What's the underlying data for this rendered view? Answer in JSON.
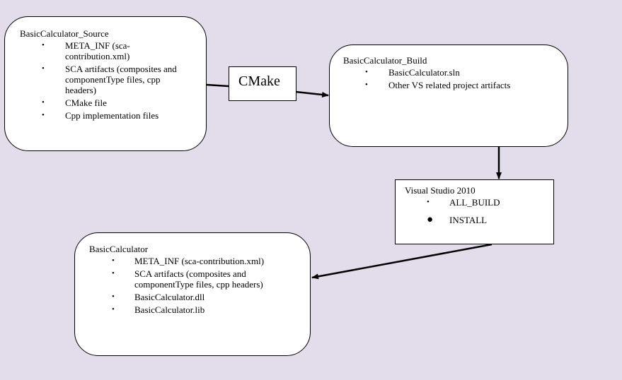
{
  "source_box": {
    "title": "BasicCalculator_Source",
    "items": [
      "META_INF  (sca-contribution.xml)",
      "SCA artifacts (composites and componentType files, cpp headers)",
      "CMake file",
      "Cpp implementation files"
    ]
  },
  "cmake_box": {
    "label": "CMake"
  },
  "build_box": {
    "title": "BasicCalculator_Build",
    "items": [
      "BasicCalculator.sln",
      "Other VS related project artifacts"
    ]
  },
  "vs_box": {
    "title": "Visual Studio 2010",
    "items": [
      "ALL_BUILD",
      "INSTALL"
    ]
  },
  "output_box": {
    "title": "BasicCalculator",
    "items": [
      "META_INF  (sca-contribution.xml)",
      "SCA artifacts (composites and componentType files, cpp headers)",
      "BasicCalculator.dll",
      "BasicCalculator.lib"
    ]
  }
}
